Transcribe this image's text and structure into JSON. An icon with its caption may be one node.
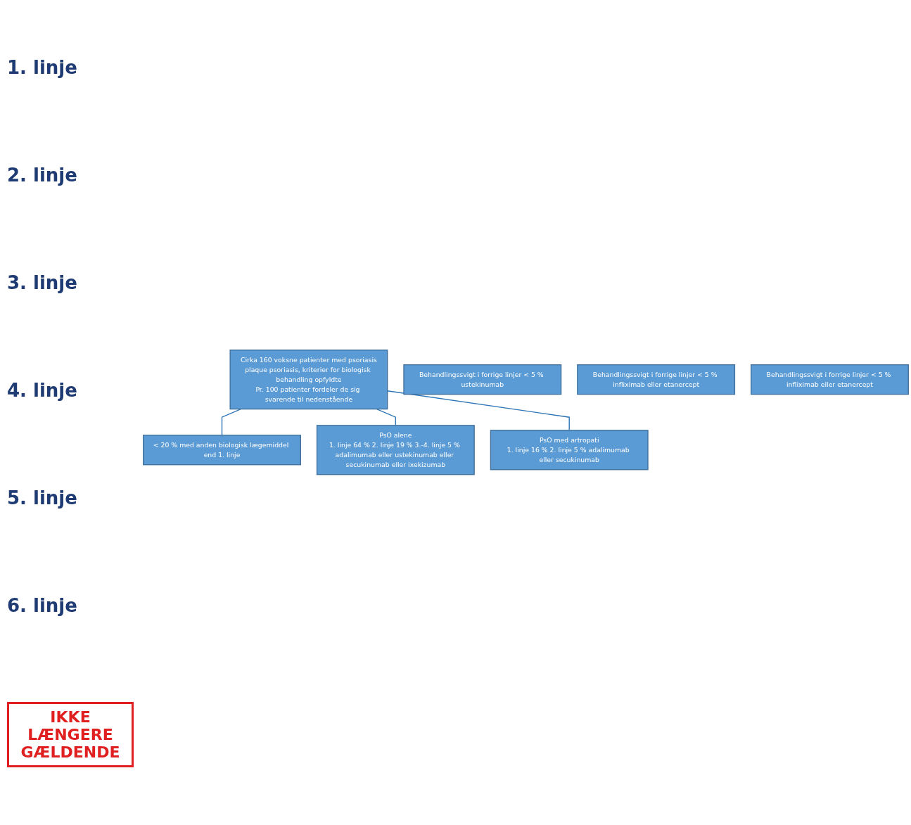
{
  "diagram": {
    "nodes": [
      {
        "text": [
          "Cirka 160 voksne patienter med psoriasis",
          "plaque psoriasis, kriterier for biologisk behandling opfyldte",
          "Pr. 100 patienter fordeler de sig svarende til nedenstående"
        ]
      },
      {
        "text": [
          "< 20 % med anden biologisk lægemiddel end 1. linje"
        ]
      },
      {
        "text": [
          "PsO alene",
          "1. linje 64 % 2. linje 19 % 3.-4. linje 5 % adalimumab eller ustekinumab eller secukinumab eller ixekizumab"
        ]
      },
      {
        "text": [
          "PsO med artropati",
          "1. linje 16 % 2. linje 5 % adalimumab eller secukinumab"
        ]
      },
      {
        "text": [
          "Behandlingssvigt i forrige linjer < 5 % ustekinumab"
        ]
      },
      {
        "text": [
          "Behandlingssvigt i forrige linjer < 5 % infliximab eller etanercept"
        ]
      },
      {
        "text": [
          "Behandlingssvigt i forrige linjer < 5 % infliximab eller etanercept"
        ]
      }
    ],
    "edges": [
      {
        "from": 0,
        "to": 1,
        "arrow": "none"
      },
      {
        "from": 0,
        "to": 2,
        "arrow": "none"
      },
      {
        "from": 0,
        "to": 3,
        "arrow": "none"
      }
    ],
    "labels": [
      "1. linje",
      "2. linje",
      "3. linje",
      "4. linje",
      "5. linje",
      "6. linje",
      "IKKE LÆNGERE GÆLDENDE"
    ]
  }
}
